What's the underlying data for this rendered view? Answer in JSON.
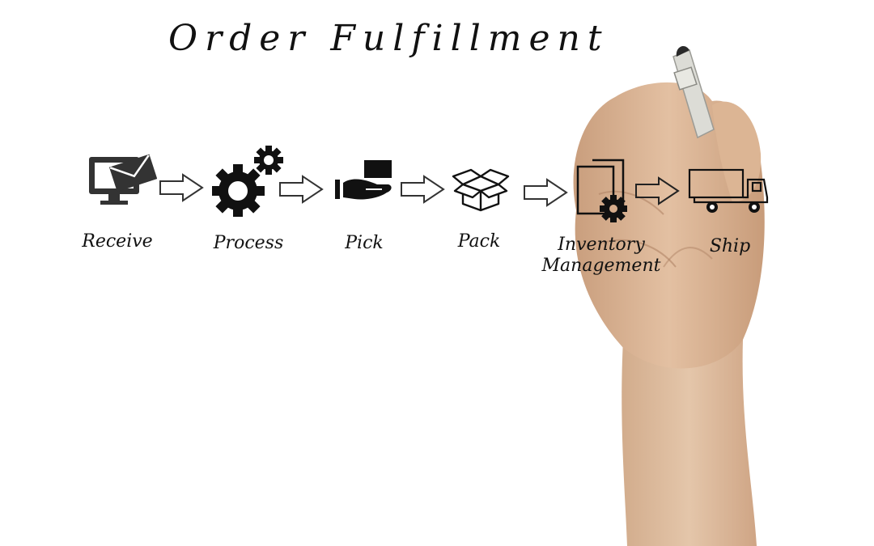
{
  "diagram": {
    "title": "Order Fulfillment",
    "type": "process-flow",
    "steps": [
      {
        "label": "Receive",
        "icon": "monitor-envelope-icon"
      },
      {
        "label": "Process",
        "icon": "gears-icon"
      },
      {
        "label": "Pick",
        "icon": "hand-box-icon"
      },
      {
        "label": "Pack",
        "icon": "open-box-icon"
      },
      {
        "label_line1": "Inventory",
        "label_line2": "Management",
        "icon": "documents-gear-icon"
      },
      {
        "label": "Ship",
        "icon": "truck-icon"
      }
    ],
    "connectors": [
      "arrow-right",
      "arrow-right",
      "arrow-right",
      "arrow-right",
      "arrow-right"
    ],
    "overlay": "hand holding marker",
    "colors": {
      "ink": "#111111",
      "background": "#ffffff",
      "skin": "#d9b08f",
      "marker": "#d8d8d4"
    }
  }
}
